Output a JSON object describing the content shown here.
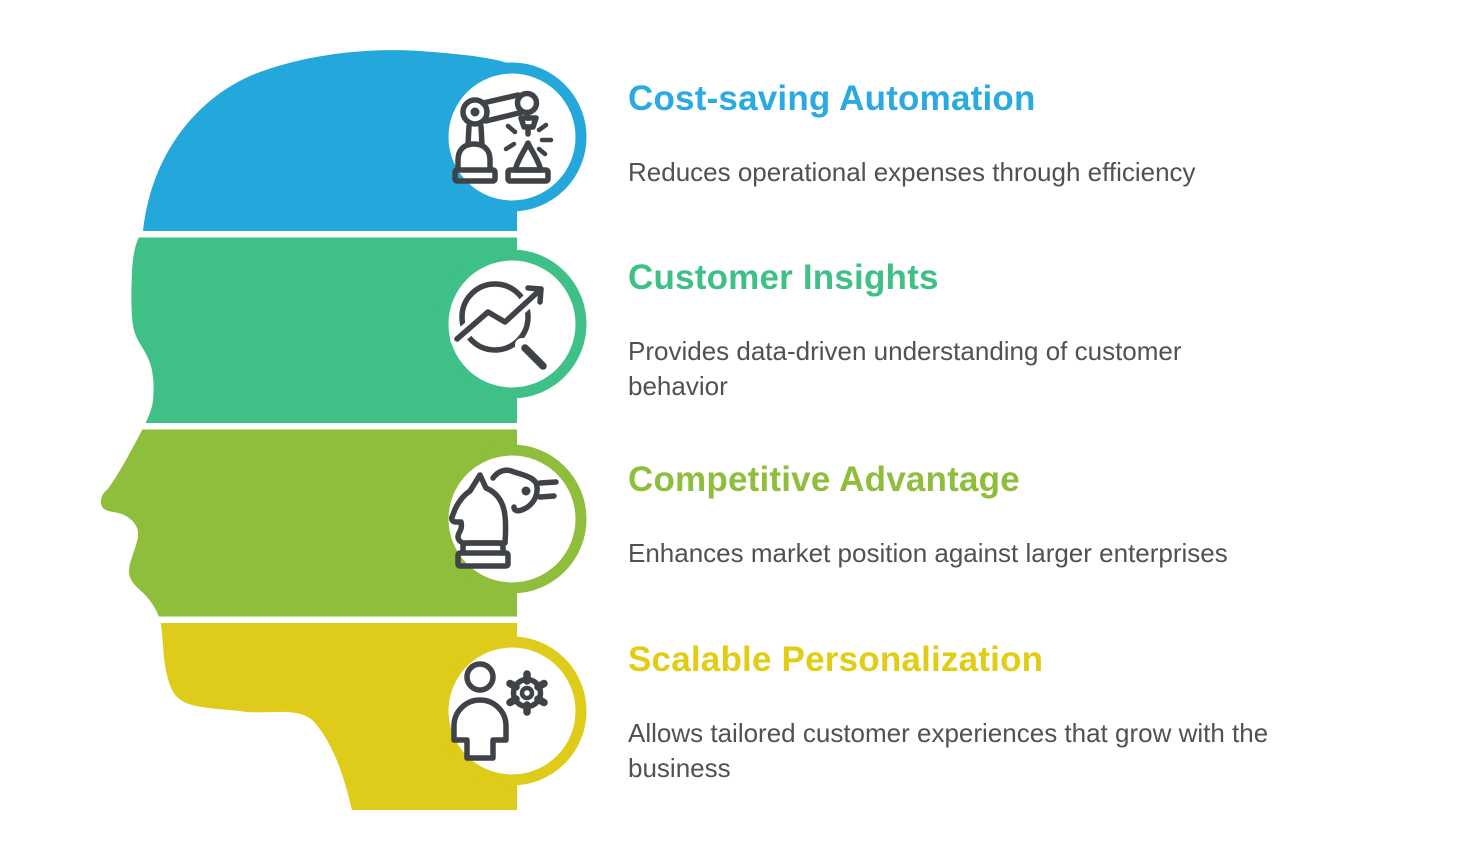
{
  "figure": {
    "type": "infographic",
    "description": "Human head profile split into four colored bands, each with a circular line icon and a titled benefit"
  },
  "colors": {
    "background": "#ffffff",
    "icon_stroke": "#3F4347",
    "description_text": "#4F5153"
  },
  "sections": [
    {
      "id": "cost-saving-automation",
      "title": "Cost-saving Automation",
      "title_color": "#2BAAE2",
      "band_color": "#24A7DB",
      "icon": "robot-arm-icon",
      "description_lines": [
        "Reduces operational expenses through efficiency"
      ]
    },
    {
      "id": "customer-insights",
      "title": "Customer Insights",
      "title_color": "#3FC086",
      "band_color": "#3FC086",
      "icon": "magnifier-trend-icon",
      "description_lines": [
        "Provides data-driven understanding of customer",
        "behavior"
      ]
    },
    {
      "id": "competitive-advantage",
      "title": "Competitive Advantage",
      "title_color": "#8EBE3B",
      "band_color": "#8EBE3B",
      "icon": "chess-knight-icon",
      "description_lines": [
        "Enhances market position against larger enterprises"
      ]
    },
    {
      "id": "scalable-personalization",
      "title": "Scalable Personalization",
      "title_color": "#E2CD15",
      "band_color": "#DFCB19",
      "icon": "person-gear-icon",
      "description_lines": [
        "Allows tailored customer experiences that grow with the",
        "business"
      ]
    }
  ]
}
